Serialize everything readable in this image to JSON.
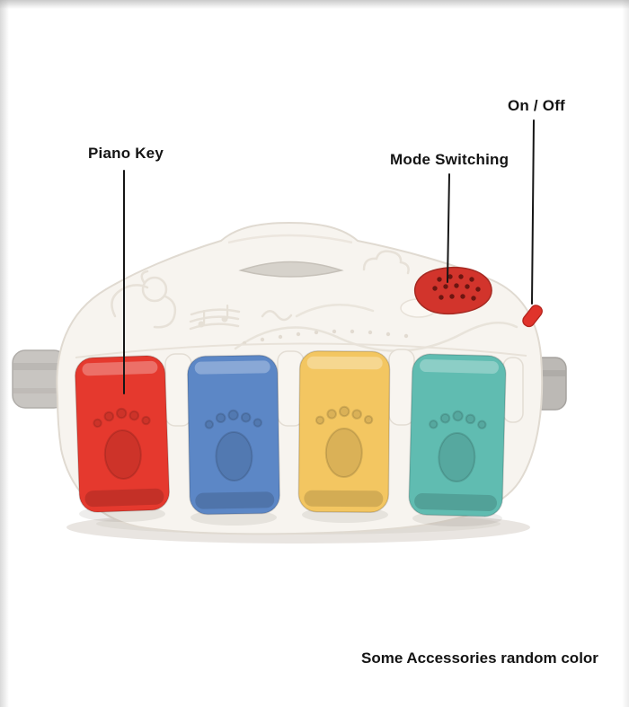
{
  "annotations": {
    "piano_key": "Piano Key",
    "mode_switching": "Mode Switching",
    "on_off": "On / Off",
    "bottom_note": "Some Accessories random color"
  },
  "toy": {
    "body_color": "#f7f4ef",
    "keys": [
      {
        "name": "red-key",
        "color": "#e5392e"
      },
      {
        "name": "blue-key",
        "color": "#5c87c6"
      },
      {
        "name": "yellow-key",
        "color": "#f3c661"
      },
      {
        "name": "teal-key",
        "color": "#60bcb1"
      }
    ],
    "speaker_color": "#d2342c",
    "switch_color": "#e0332b"
  }
}
